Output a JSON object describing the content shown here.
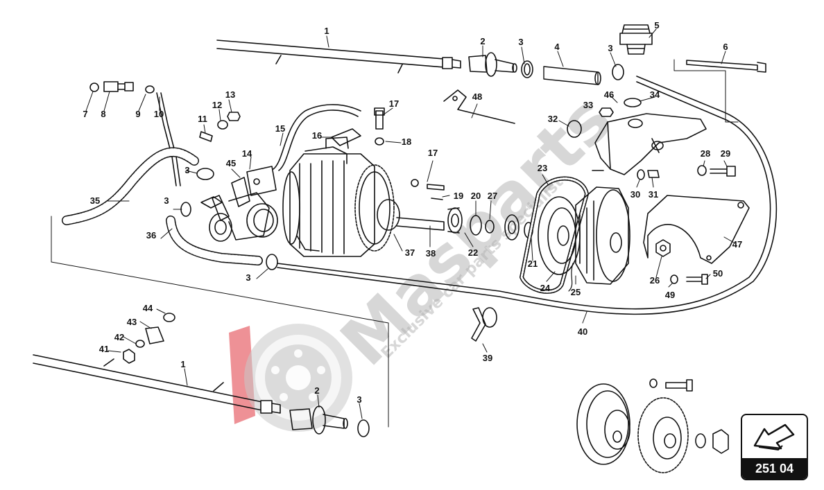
{
  "diagram": {
    "type": "exploded-parts-view",
    "callouts": [
      {
        "id": "c1a",
        "text": "1"
      },
      {
        "id": "c2a",
        "text": "2"
      },
      {
        "id": "c3a",
        "text": "3"
      },
      {
        "id": "c4",
        "text": "4"
      },
      {
        "id": "c3b",
        "text": "3"
      },
      {
        "id": "c5",
        "text": "5"
      },
      {
        "id": "c6",
        "text": "6"
      },
      {
        "id": "c7",
        "text": "7"
      },
      {
        "id": "c8",
        "text": "8"
      },
      {
        "id": "c9",
        "text": "9"
      },
      {
        "id": "c10",
        "text": "10"
      },
      {
        "id": "c11",
        "text": "11"
      },
      {
        "id": "c12",
        "text": "12"
      },
      {
        "id": "c13",
        "text": "13"
      },
      {
        "id": "c14",
        "text": "14"
      },
      {
        "id": "c15",
        "text": "15"
      },
      {
        "id": "c16",
        "text": "16"
      },
      {
        "id": "c17a",
        "text": "17"
      },
      {
        "id": "c18",
        "text": "18"
      },
      {
        "id": "c17b",
        "text": "17"
      },
      {
        "id": "c19",
        "text": "19"
      },
      {
        "id": "c20",
        "text": "20"
      },
      {
        "id": "c27",
        "text": "27"
      },
      {
        "id": "c48",
        "text": "48"
      },
      {
        "id": "c46",
        "text": "46"
      },
      {
        "id": "c34",
        "text": "34"
      },
      {
        "id": "c33",
        "text": "33"
      },
      {
        "id": "c32",
        "text": "32"
      },
      {
        "id": "c23",
        "text": "23"
      },
      {
        "id": "c28",
        "text": "28"
      },
      {
        "id": "c29",
        "text": "29"
      },
      {
        "id": "c30",
        "text": "30"
      },
      {
        "id": "c31",
        "text": "31"
      },
      {
        "id": "c3c",
        "text": "3"
      },
      {
        "id": "c45",
        "text": "45"
      },
      {
        "id": "c35",
        "text": "35"
      },
      {
        "id": "c3d",
        "text": "3"
      },
      {
        "id": "c36",
        "text": "36"
      },
      {
        "id": "c37",
        "text": "37"
      },
      {
        "id": "c38",
        "text": "38"
      },
      {
        "id": "c22",
        "text": "22"
      },
      {
        "id": "c21",
        "text": "21"
      },
      {
        "id": "c24",
        "text": "24"
      },
      {
        "id": "c25",
        "text": "25"
      },
      {
        "id": "c26",
        "text": "26"
      },
      {
        "id": "c47",
        "text": "47"
      },
      {
        "id": "c50",
        "text": "50"
      },
      {
        "id": "c49",
        "text": "49"
      },
      {
        "id": "c3e",
        "text": "3"
      },
      {
        "id": "c40",
        "text": "40"
      },
      {
        "id": "c39",
        "text": "39"
      },
      {
        "id": "c44",
        "text": "44"
      },
      {
        "id": "c43",
        "text": "43"
      },
      {
        "id": "c42",
        "text": "42"
      },
      {
        "id": "c41",
        "text": "41"
      },
      {
        "id": "c1b",
        "text": "1"
      },
      {
        "id": "c2b",
        "text": "2"
      },
      {
        "id": "c3f",
        "text": "3"
      }
    ]
  },
  "watermark": {
    "brand": "Masparts",
    "tagline": "Exclusive car parts specialist",
    "accent_color": "#e0363f"
  },
  "page_code": "251 04",
  "colors": {
    "line": "#111111",
    "background": "#ffffff",
    "watermark_gray": "#bdbdbd"
  }
}
